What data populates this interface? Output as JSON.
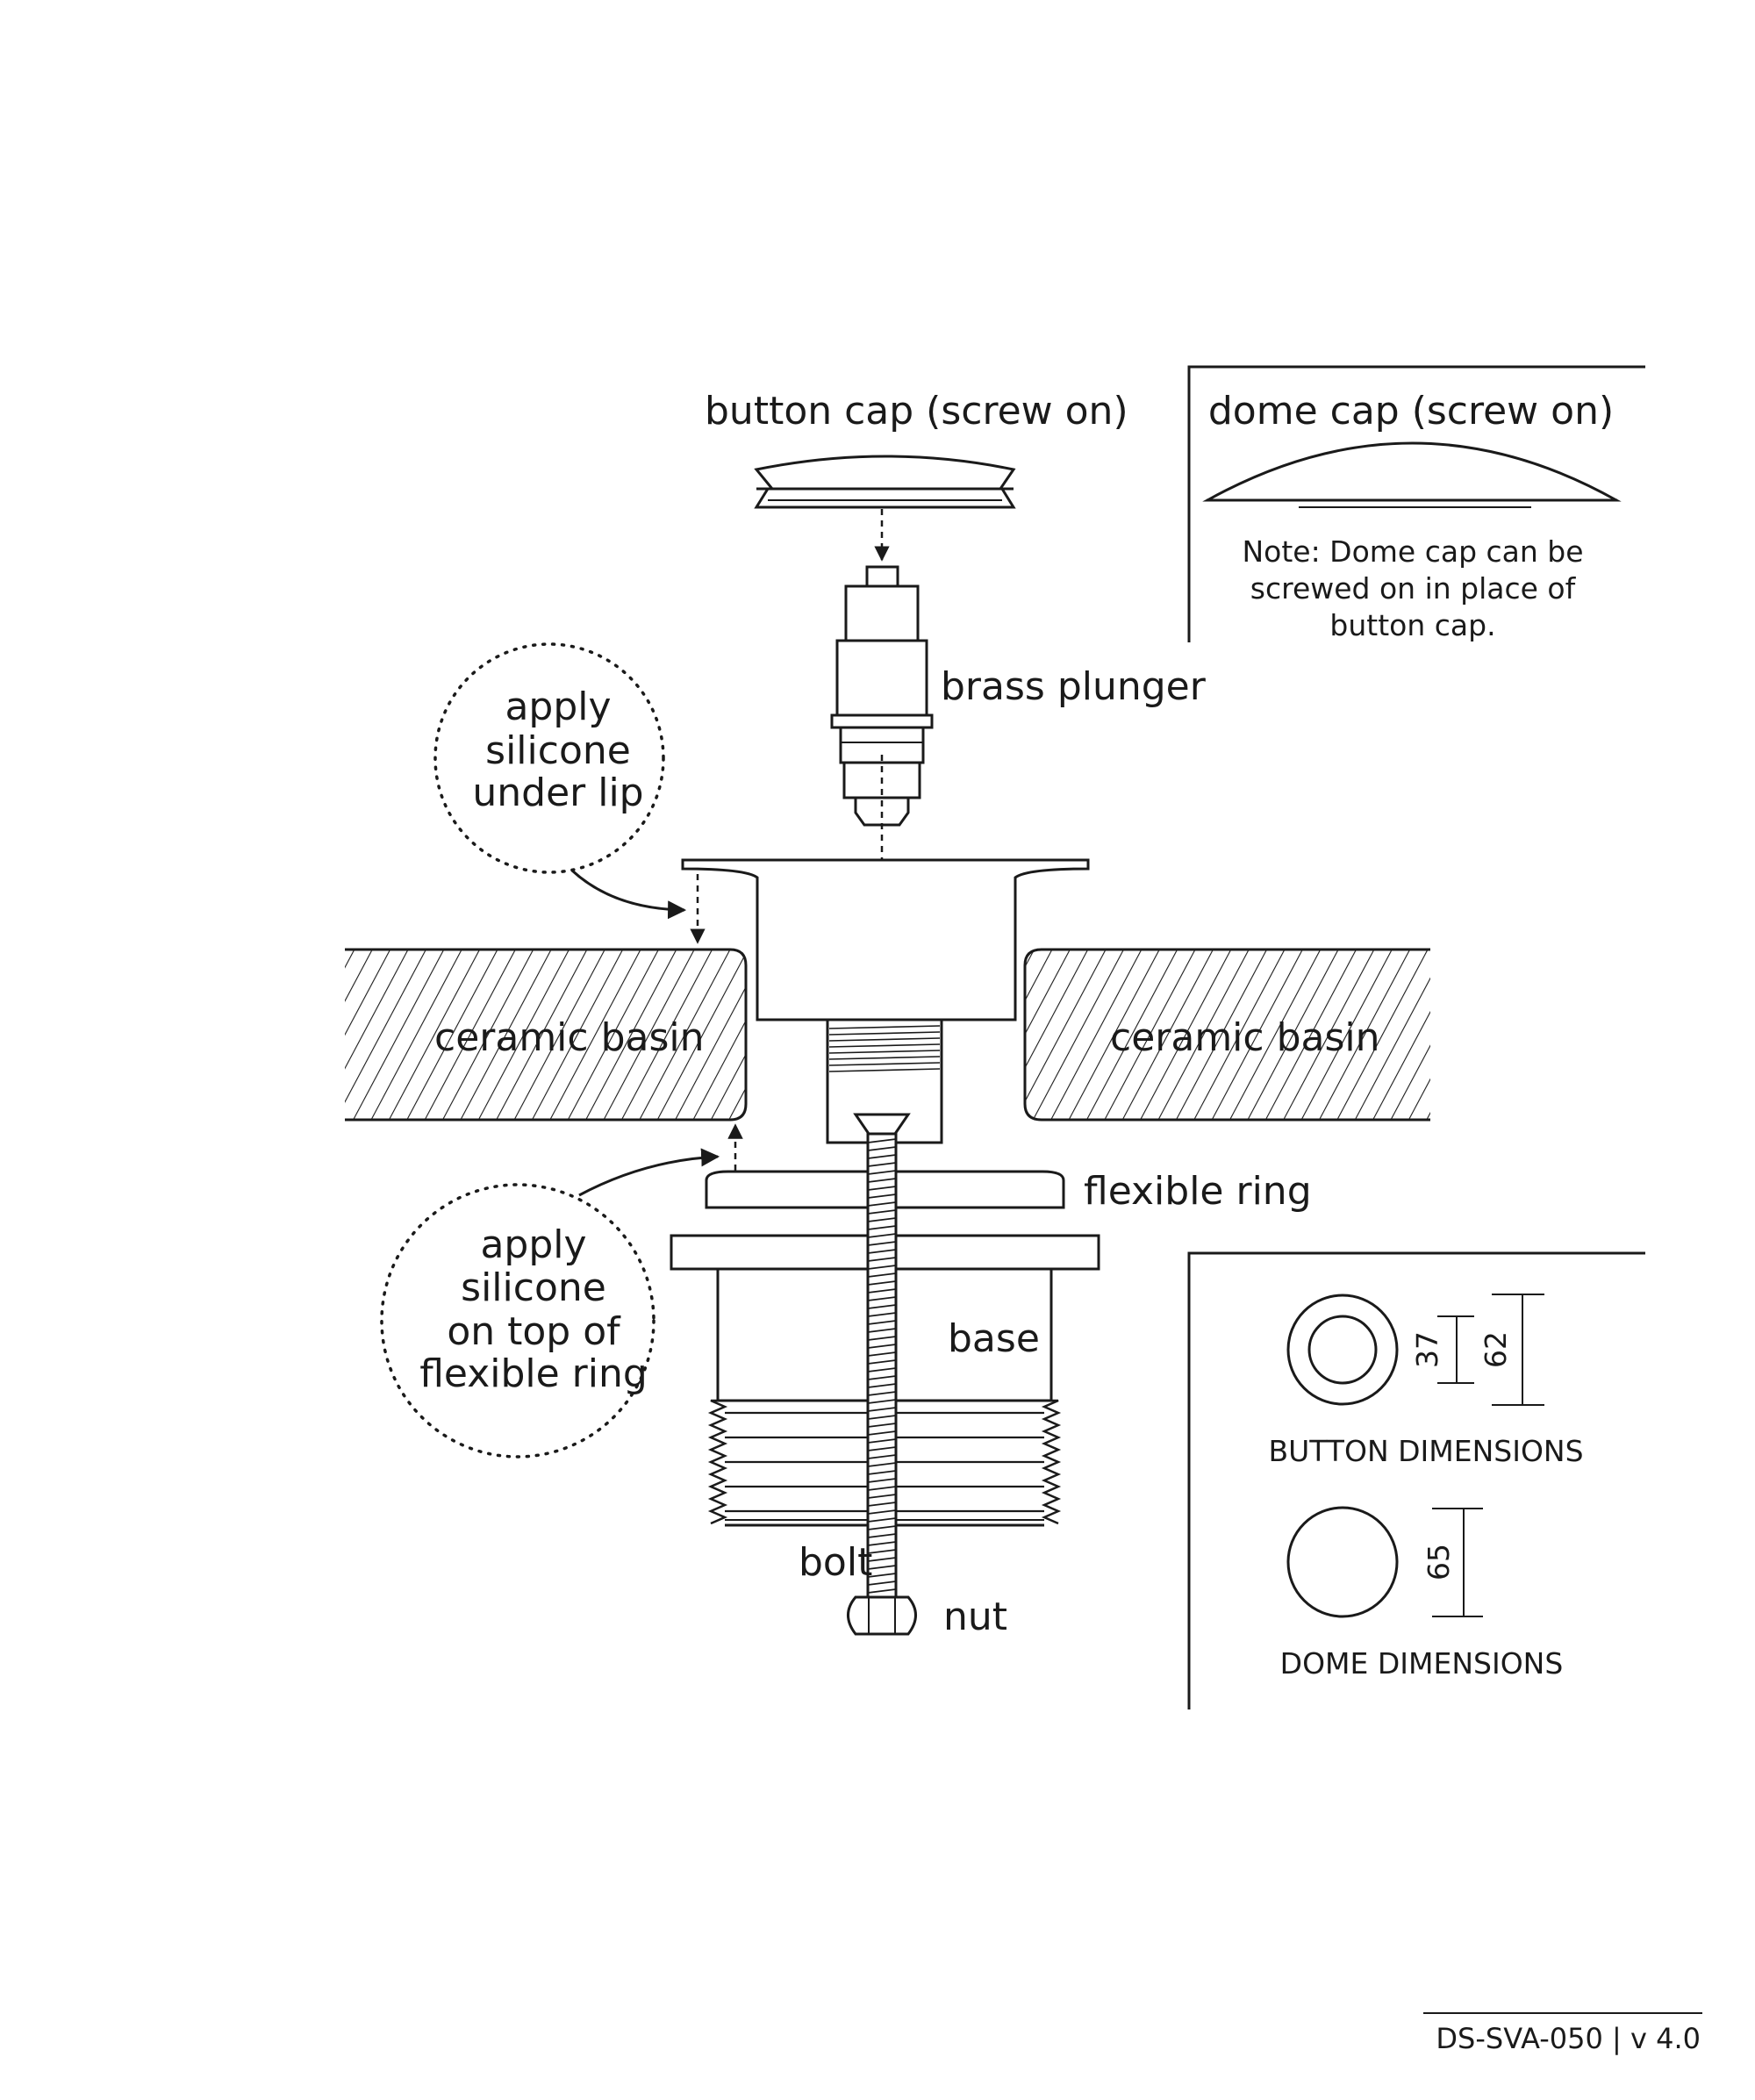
{
  "labels": {
    "button_cap": "button cap (screw on)",
    "brass_plunger": "brass plunger",
    "ceramic_basin_left": "ceramic basin",
    "ceramic_basin_right": "ceramic basin",
    "flexible_ring": "flexible ring",
    "base": "base",
    "bolt": "bolt",
    "nut": "nut"
  },
  "callouts": {
    "under_lip": [
      "apply",
      "silicone",
      "under lip"
    ],
    "top_ring": [
      "apply",
      "silicone",
      "on top of",
      "flexible ring"
    ]
  },
  "dome_panel": {
    "title": "dome cap (screw on)",
    "note": [
      "Note:  Dome cap can be",
      "screwed on in place of",
      "button cap."
    ]
  },
  "dimensions_panel": {
    "button_inner": "37",
    "button_outer": "62",
    "button_label": "BUTTON DIMENSIONS",
    "dome": "65",
    "dome_label": "DOME DIMENSIONS"
  },
  "footer": {
    "doc_id": "DS-SVA-050  |  v 4.0"
  }
}
